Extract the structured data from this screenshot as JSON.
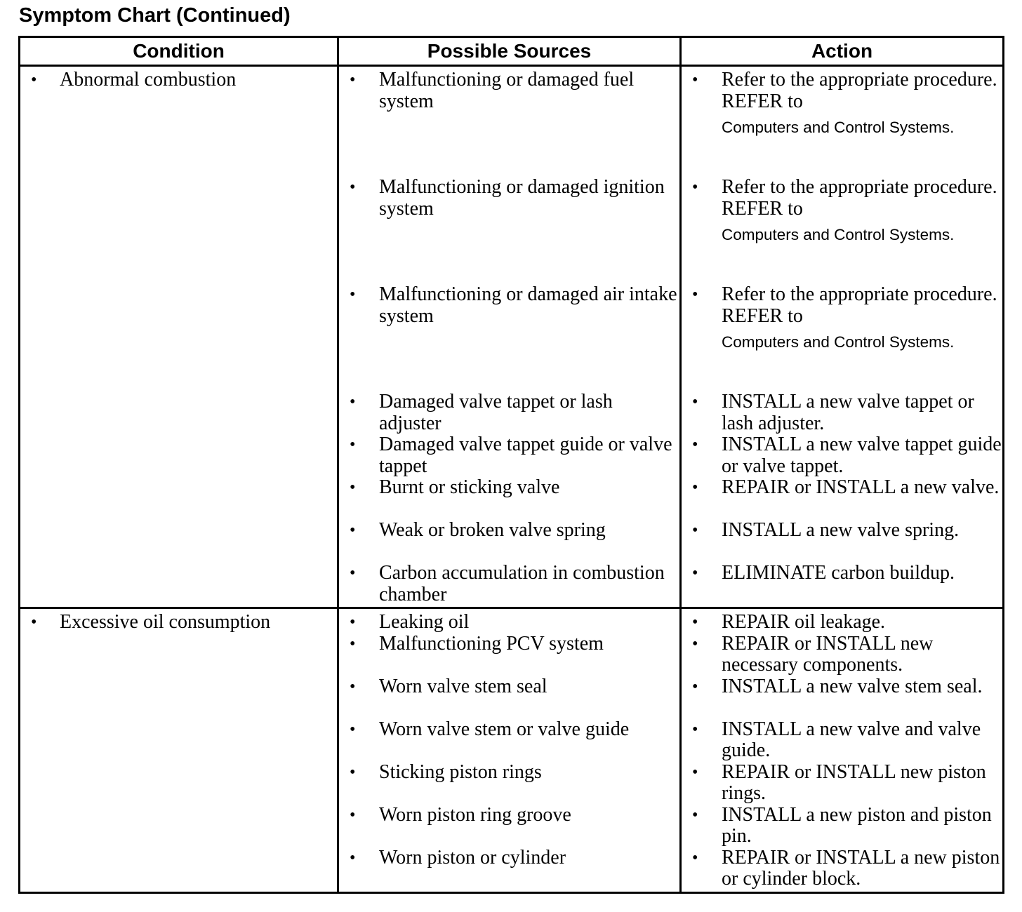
{
  "title": "Symptom Chart (Continued)",
  "headers": {
    "condition": "Condition",
    "sources": "Possible Sources",
    "action": "Action"
  },
  "rows": [
    {
      "condition": "Abnormal combustion",
      "sources": [
        "Malfunctioning or damaged fuel system",
        "Malfunctioning or damaged ignition system",
        "Malfunctioning or damaged air intake system",
        "Damaged valve tappet or lash adjuster",
        "Damaged valve tappet guide or valve tappet",
        "Burnt or sticking valve",
        "Weak or broken valve spring",
        "Carbon accumulation in combustion chamber"
      ],
      "actions": [
        {
          "text": "Refer to the appropriate procedure. REFER to",
          "ref": "Computers and Control Systems."
        },
        {
          "text": "Refer to the appropriate procedure. REFER to",
          "ref": "Computers and Control Systems."
        },
        {
          "text": "Refer to the appropriate procedure. REFER to",
          "ref": "Computers and Control Systems."
        },
        {
          "text": "INSTALL a new valve tappet or lash adjuster."
        },
        {
          "text": "INSTALL a new valve tappet guide or valve tappet."
        },
        {
          "text": "REPAIR or INSTALL a new valve."
        },
        {
          "text": "INSTALL a new valve spring."
        },
        {
          "text": "ELIMINATE carbon buildup."
        }
      ]
    },
    {
      "condition": "Excessive oil consumption",
      "sources": [
        "Leaking oil",
        "Malfunctioning PCV system",
        "Worn valve stem seal",
        "Worn valve stem or valve guide",
        "Sticking piston rings",
        "Worn piston ring groove",
        "Worn piston or cylinder"
      ],
      "actions": [
        {
          "text": "REPAIR oil leakage."
        },
        {
          "text": "REPAIR or INSTALL new necessary components."
        },
        {
          "text": "INSTALL a new valve stem seal."
        },
        {
          "text": "INSTALL a new valve and valve guide."
        },
        {
          "text": "REPAIR or INSTALL new piston rings."
        },
        {
          "text": "INSTALL a new piston and piston pin."
        },
        {
          "text": "REPAIR or INSTALL a new piston or cylinder block."
        }
      ]
    }
  ]
}
